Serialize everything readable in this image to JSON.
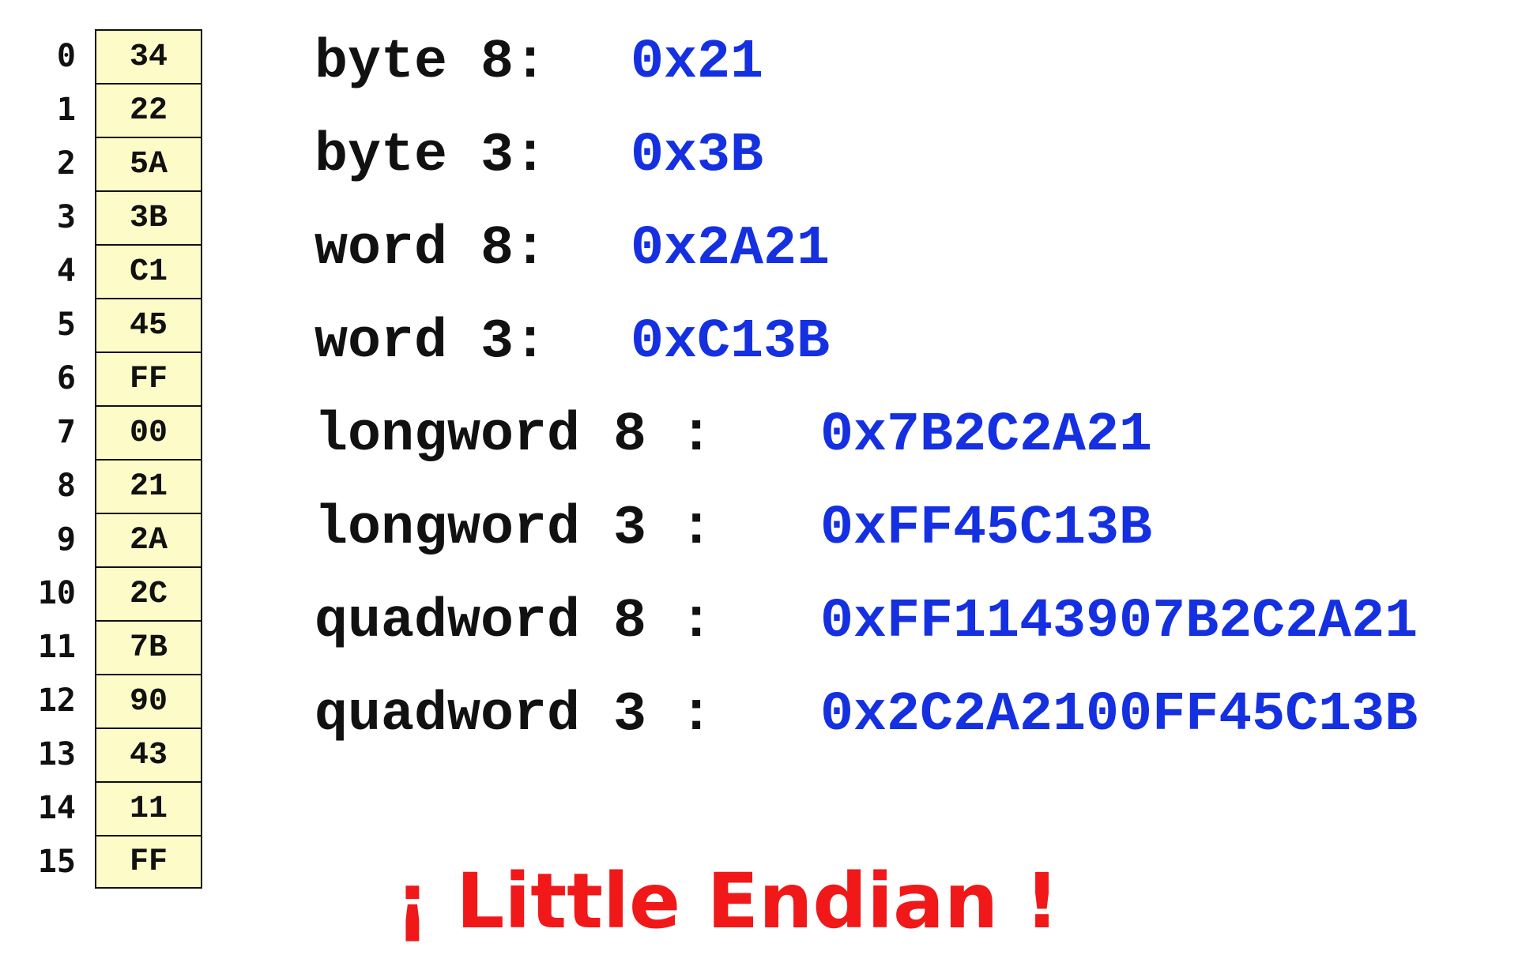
{
  "memory": [
    {
      "address": "0",
      "value": "34"
    },
    {
      "address": "1",
      "value": "22"
    },
    {
      "address": "2",
      "value": "5A"
    },
    {
      "address": "3",
      "value": "3B"
    },
    {
      "address": "4",
      "value": "C1"
    },
    {
      "address": "5",
      "value": "45"
    },
    {
      "address": "6",
      "value": "FF"
    },
    {
      "address": "7",
      "value": "00"
    },
    {
      "address": "8",
      "value": "21"
    },
    {
      "address": "9",
      "value": "2A"
    },
    {
      "address": "10",
      "value": "2C"
    },
    {
      "address": "11",
      "value": "7B"
    },
    {
      "address": "12",
      "value": "90"
    },
    {
      "address": "13",
      "value": "43"
    },
    {
      "address": "14",
      "value": "11"
    },
    {
      "address": "15",
      "value": "FF"
    }
  ],
  "readouts": [
    {
      "label": "byte 8:",
      "value": "0x21"
    },
    {
      "label": "byte 3:",
      "value": "0x3B"
    },
    {
      "label": "word 8:",
      "value": "0x2A21"
    },
    {
      "label": "word 3:",
      "value": "0xC13B"
    },
    {
      "label": "longword 8 :",
      "value": "0x7B2C2A21"
    },
    {
      "label": "longword 3 :",
      "value": "0xFF45C13B"
    },
    {
      "label": "quadword 8 :",
      "value": "0xFF1143907B2C2A21"
    },
    {
      "label": "quadword 3 :",
      "value": "0x2C2A2100FF45C13B"
    }
  ],
  "banner": "¡ Little Endian !",
  "colors": {
    "cell_fill": "#fdfbc8",
    "value_text": "#1530e0",
    "banner_text": "#f01818",
    "label_text": "#111111"
  }
}
